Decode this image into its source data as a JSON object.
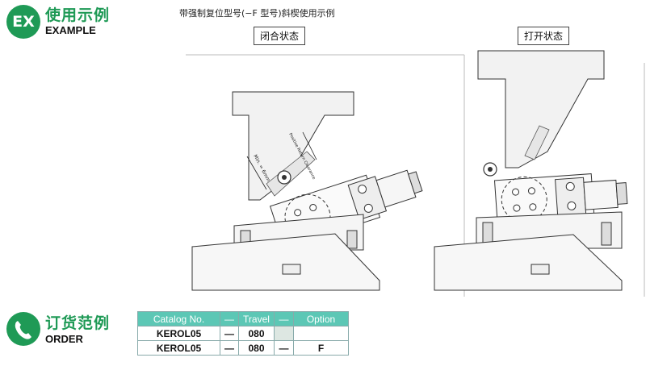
{
  "example": {
    "badge": "EX",
    "title": "使用示例",
    "subtitle": "EXAMPLE"
  },
  "caption": "带强制复位型号(−F 型号)斜楔使用示例",
  "states": {
    "closed": "闭合状态",
    "open": "打开状态"
  },
  "annotations": {
    "min": "Min. = 6mm",
    "clearance": "Positive Return Clearance"
  },
  "order": {
    "title": "订货范例",
    "subtitle": "ORDER",
    "icon": "phone-icon",
    "headers": [
      "Catalog No.",
      "—",
      "Travel",
      "—",
      "Option"
    ],
    "rows": [
      [
        "KEROL05",
        "—",
        "080",
        "",
        ""
      ],
      [
        "KEROL05",
        "—",
        "080",
        "—",
        "F"
      ]
    ]
  },
  "colors": {
    "brand_green": "#1f9a56",
    "table_header": "#5cc7b5"
  }
}
